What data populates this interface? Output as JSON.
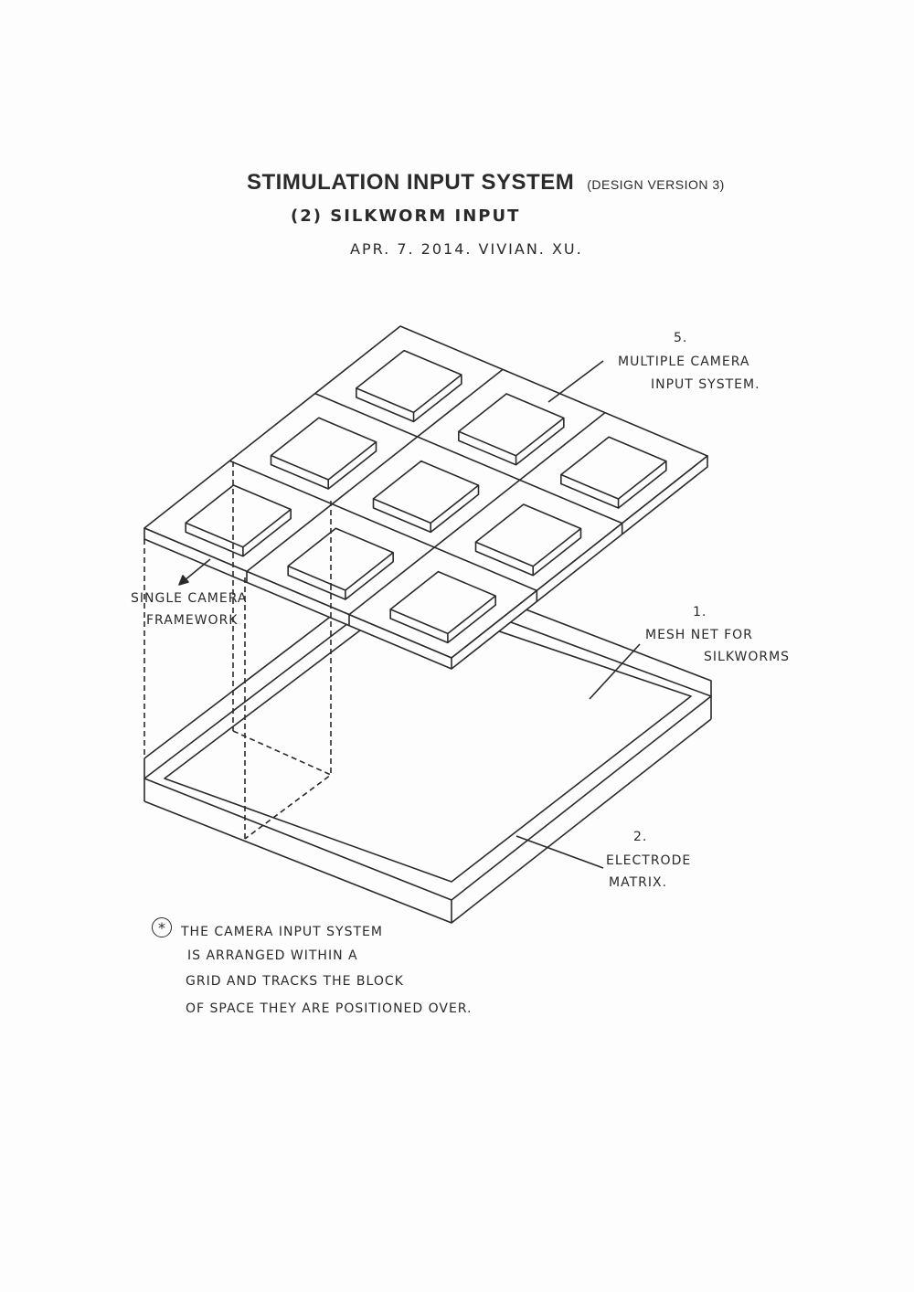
{
  "header": {
    "title": "STIMULATION INPUT SYSTEM",
    "subtitle": "(DESIGN VERSION 3)",
    "part": "(2) SILKWORM INPUT",
    "date_author": "APR. 7. 2014. VIVIAN. XU."
  },
  "labels": {
    "camera_system_number": "5.",
    "camera_system_line1": "MULTIPLE CAMERA",
    "camera_system_line2": "INPUT SYSTEM.",
    "single_camera_line1": "SINGLE CAMERA",
    "single_camera_line2": "FRAMEWORK",
    "mesh_number": "1.",
    "mesh_line1": "MESH NET FOR",
    "mesh_line2": "SILKWORMS",
    "electrode_number": "2.",
    "electrode_line1": "ELECTRODE",
    "electrode_line2": "MATRIX."
  },
  "note": {
    "marker": "*",
    "lines": [
      "THE CAMERA INPUT SYSTEM",
      "IS ARRANGED WITHIN A",
      "GRID AND TRACKS THE BLOCK",
      "OF SPACE THEY ARE POSITIONED OVER."
    ]
  },
  "colors": {
    "ink": "#2a2a2a",
    "paper": "#fdfdfd"
  }
}
